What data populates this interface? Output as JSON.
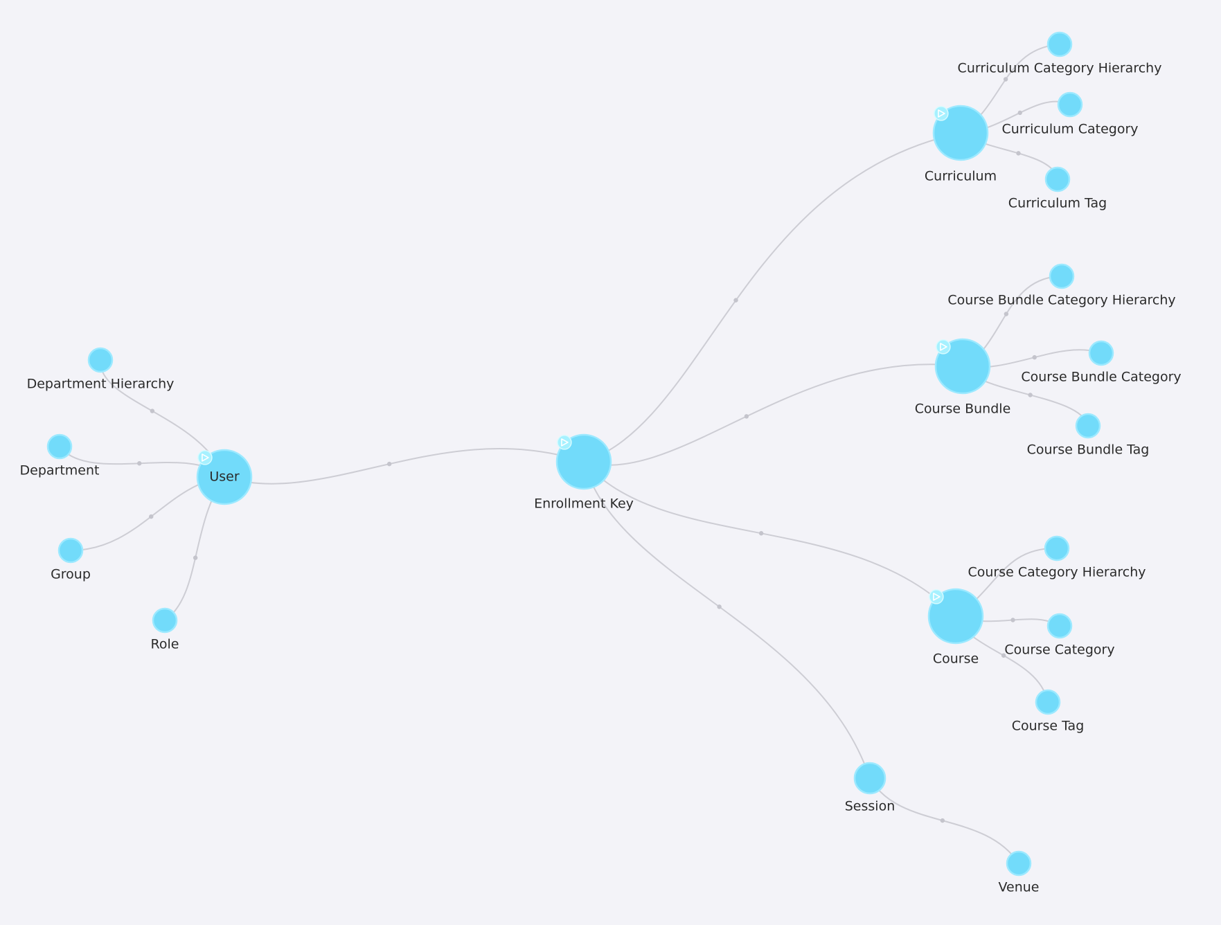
{
  "graph": {
    "background": "#f3f3f8",
    "node_color": "#72dbfa",
    "edge_color": "#cdcdd4",
    "nodes": [
      {
        "id": "enrollment-key",
        "label": "Enrollment Key",
        "size": "large",
        "expand_icon": "play-icon"
      },
      {
        "id": "user",
        "label": "User",
        "size": "large",
        "expand_icon": "play-icon"
      },
      {
        "id": "department-hierarchy",
        "label": "Department Hierarchy",
        "size": "small"
      },
      {
        "id": "department",
        "label": "Department",
        "size": "small"
      },
      {
        "id": "group",
        "label": "Group",
        "size": "small"
      },
      {
        "id": "role",
        "label": "Role",
        "size": "small"
      },
      {
        "id": "curriculum",
        "label": "Curriculum",
        "size": "large",
        "expand_icon": "play-icon"
      },
      {
        "id": "curriculum-category-hierarchy",
        "label": "Curriculum Category Hierarchy",
        "size": "small"
      },
      {
        "id": "curriculum-category",
        "label": "Curriculum Category",
        "size": "small"
      },
      {
        "id": "curriculum-tag",
        "label": "Curriculum Tag",
        "size": "small"
      },
      {
        "id": "course-bundle",
        "label": "Course Bundle",
        "size": "large",
        "expand_icon": "play-icon"
      },
      {
        "id": "course-bundle-category-hierarchy",
        "label": "Course Bundle Category Hierarchy",
        "size": "small"
      },
      {
        "id": "course-bundle-category",
        "label": "Course Bundle Category",
        "size": "small"
      },
      {
        "id": "course-bundle-tag",
        "label": "Course Bundle Tag",
        "size": "small"
      },
      {
        "id": "course",
        "label": "Course",
        "size": "large",
        "expand_icon": "play-icon"
      },
      {
        "id": "course-category-hierarchy",
        "label": "Course Category Hierarchy",
        "size": "small"
      },
      {
        "id": "course-category",
        "label": "Course Category",
        "size": "small"
      },
      {
        "id": "course-tag",
        "label": "Course Tag",
        "size": "small"
      },
      {
        "id": "session",
        "label": "Session",
        "size": "medium"
      },
      {
        "id": "venue",
        "label": "Venue",
        "size": "small"
      }
    ],
    "edges": [
      {
        "from": "user",
        "to": "enrollment-key"
      },
      {
        "from": "enrollment-key",
        "to": "curriculum"
      },
      {
        "from": "enrollment-key",
        "to": "course-bundle"
      },
      {
        "from": "enrollment-key",
        "to": "course"
      },
      {
        "from": "enrollment-key",
        "to": "session"
      },
      {
        "from": "user",
        "to": "department-hierarchy"
      },
      {
        "from": "user",
        "to": "department"
      },
      {
        "from": "user",
        "to": "group"
      },
      {
        "from": "user",
        "to": "role"
      },
      {
        "from": "curriculum",
        "to": "curriculum-category-hierarchy"
      },
      {
        "from": "curriculum",
        "to": "curriculum-category"
      },
      {
        "from": "curriculum",
        "to": "curriculum-tag"
      },
      {
        "from": "course-bundle",
        "to": "course-bundle-category-hierarchy"
      },
      {
        "from": "course-bundle",
        "to": "course-bundle-category"
      },
      {
        "from": "course-bundle",
        "to": "course-bundle-tag"
      },
      {
        "from": "course",
        "to": "course-category-hierarchy"
      },
      {
        "from": "course",
        "to": "course-category"
      },
      {
        "from": "course",
        "to": "course-tag"
      },
      {
        "from": "session",
        "to": "venue"
      }
    ]
  }
}
